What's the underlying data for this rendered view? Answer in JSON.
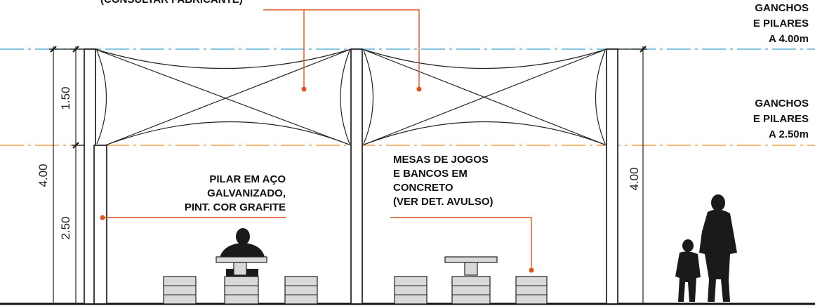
{
  "labels": {
    "fabric_note": "(CONSULTAR FABRICANTE)",
    "level_400": [
      "GANCHOS",
      "E PILARES",
      "A 4.00m"
    ],
    "level_250": [
      "GANCHOS",
      "E PILARES",
      "A 2.50m"
    ],
    "pilar": [
      "PILAR EM AÇO",
      "GALVANIZADO,",
      "PINT. COR GRAFITE"
    ],
    "mesas": [
      "MESAS DE JOGOS",
      "E BANCOS EM",
      "CONCRETO",
      "(VER DET. AVULSO)"
    ]
  },
  "dimensions": {
    "left_total": "4.00",
    "left_upper": "1.50",
    "left_lower": "2.50",
    "right_total": "4.00"
  },
  "colors": {
    "level_400_line": "#5fb3d6",
    "level_250_line": "#f0a04b",
    "leader": "#e0531f"
  }
}
